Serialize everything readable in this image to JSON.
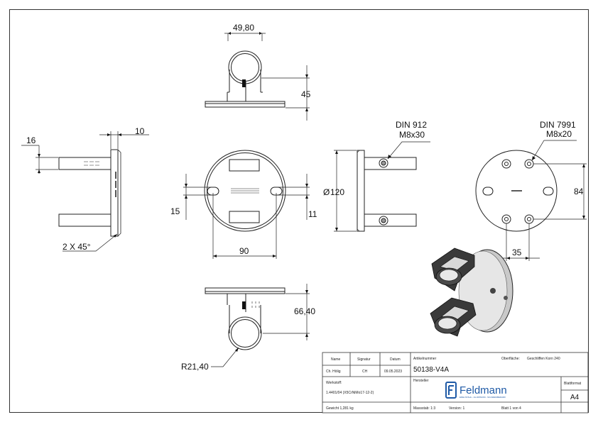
{
  "dimensions": {
    "top_width": "49,80",
    "top_height": "45",
    "side_thickness": "10",
    "side_small": "16",
    "chamfer": "2 X 45°",
    "slot_left": "15",
    "slot_right": "11",
    "hole_distance": "90",
    "diameter": "120",
    "diameter_symbol": "Ø",
    "screw_spec_1_norm": "DIN 912",
    "screw_spec_1_size": "M8x30",
    "screw_spec_2_norm": "DIN 7991",
    "screw_spec_2_size": "M8x20",
    "bolt_vertical": "84",
    "bolt_horizontal": "35",
    "bottom_height": "66,40",
    "radius": "R21,40"
  },
  "title_block": {
    "name_header": "Name",
    "signature_header": "Signatur",
    "date_header": "Datum",
    "name_value": "Ch. Hölig",
    "signature_value": "CH",
    "date_value": "09.05.2023",
    "material_label": "Werkstoff:",
    "material_value": "1.4401/04 (X5CrNiMo17-12-2)",
    "weight": "Gewicht 1,281 kg",
    "article_label": "Artikelnummer",
    "article_number": "50138-V4A",
    "surface_label": "Oberfläche:",
    "surface_value": "Geschliffen Korn 240",
    "manufacturer_label": "Hersteller",
    "company_name": "Feldmann",
    "company_tagline": "EDELSTAHL - ALUMINIUM - SCHWEIßBEDARF",
    "format_label": "Blattformat",
    "format_value": "A4",
    "scale": "Massstab: 1:3",
    "version": "Version: 1",
    "sheet": "Blatt 1 von 4"
  },
  "colors": {
    "line": "#222222",
    "accent_logo": "#1f5aa6",
    "render_dark": "#3a3a3a",
    "render_light": "#d8d8d8"
  }
}
